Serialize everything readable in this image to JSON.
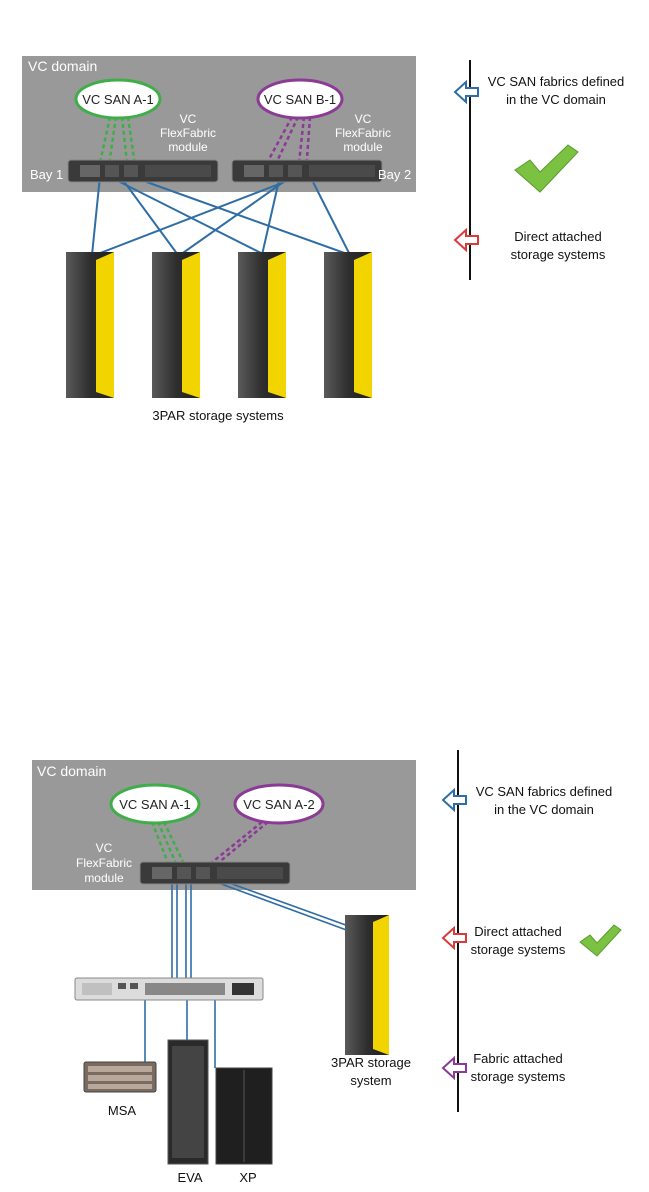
{
  "colors": {
    "domain_bg": "#999999",
    "cable": "#2f6ea5",
    "fabric_a": "#3fae49",
    "fabric_b": "#8b3a96",
    "arrow_blue": "#2f6ea5",
    "arrow_red": "#d93a3a",
    "arrow_purple": "#8b3a96",
    "check": "#7cc242",
    "storage_yellow": "#f2d400",
    "storage_dark": "#3a3a3a"
  },
  "diagram1": {
    "domain_label": "VC domain",
    "cloud_a": "VC SAN A-1",
    "cloud_b": "VC SAN B-1",
    "module_label_line1": "VC",
    "module_label_line2": "FlexFabric",
    "module_label_line3": "module",
    "bay1": "Bay 1",
    "bay2": "Bay 2",
    "storage_caption": "3PAR storage systems",
    "legend_fabrics_line1": "VC SAN fabrics defined",
    "legend_fabrics_line2": "in the VC domain",
    "legend_direct_line1": "Direct attached",
    "legend_direct_line2": "storage systems",
    "check_icon": "check-icon"
  },
  "diagram2": {
    "domain_label": "VC domain",
    "cloud_a": "VC SAN A-1",
    "cloud_b": "VC SAN A-2",
    "module_label_line1": "VC",
    "module_label_line2": "FlexFabric",
    "module_label_line3": "module",
    "storage_3par_line1": "3PAR storage",
    "storage_3par_line2": "system",
    "msa": "MSA",
    "eva": "EVA",
    "xp": "XP",
    "legend_fabrics_line1": "VC SAN fabrics defined",
    "legend_fabrics_line2": "in the VC domain",
    "legend_direct_line1": "Direct attached",
    "legend_direct_line2": "storage systems",
    "legend_fabric_att_line1": "Fabric attached",
    "legend_fabric_att_line2": "storage systems",
    "check_icon": "check-icon"
  }
}
